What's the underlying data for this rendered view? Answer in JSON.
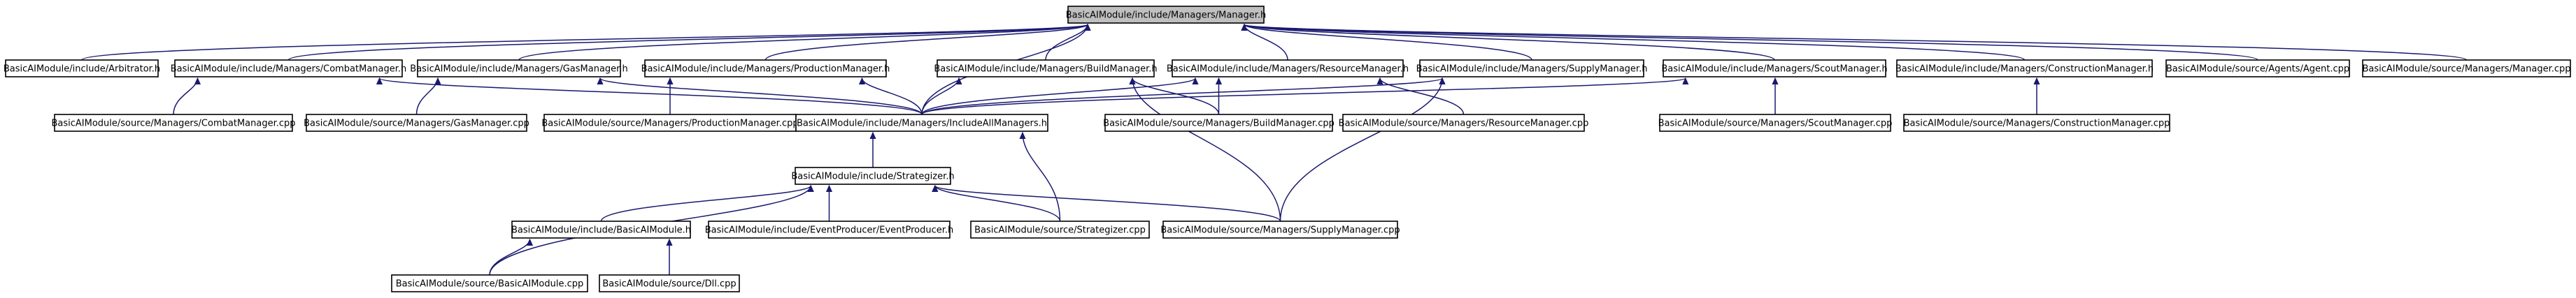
{
  "diagram": {
    "nodes": [
      {
        "id": "manager_h",
        "label": "BasicAIModule/include/Managers/Manager.h",
        "root": true
      },
      {
        "id": "arbitrator_h",
        "label": "BasicAIModule/include/Arbitrator.h"
      },
      {
        "id": "combat_h",
        "label": "BasicAIModule/include/Managers/CombatManager.h"
      },
      {
        "id": "gas_h",
        "label": "BasicAIModule/include/Managers/GasManager.h"
      },
      {
        "id": "production_h",
        "label": "BasicAIModule/include/Managers/ProductionManager.h"
      },
      {
        "id": "build_h",
        "label": "BasicAIModule/include/Managers/BuildManager.h"
      },
      {
        "id": "resource_h",
        "label": "BasicAIModule/include/Managers/ResourceManager.h"
      },
      {
        "id": "supply_h",
        "label": "BasicAIModule/include/Managers/SupplyManager.h"
      },
      {
        "id": "scout_h",
        "label": "BasicAIModule/include/Managers/ScoutManager.h"
      },
      {
        "id": "construction_h",
        "label": "BasicAIModule/include/Managers/ConstructionManager.h"
      },
      {
        "id": "agent_cpp",
        "label": "BasicAIModule/source/Agents/Agent.cpp"
      },
      {
        "id": "manager_cpp",
        "label": "BasicAIModule/source/Managers/Manager.cpp"
      },
      {
        "id": "combat_cpp",
        "label": "BasicAIModule/source/Managers/CombatManager.cpp"
      },
      {
        "id": "gas_cpp",
        "label": "BasicAIModule/source/Managers/GasManager.cpp"
      },
      {
        "id": "production_cpp",
        "label": "BasicAIModule/source/Managers/ProductionManager.cpp"
      },
      {
        "id": "includeall_h",
        "label": "BasicAIModule/include/Managers/IncludeAllManagers.h"
      },
      {
        "id": "build_cpp",
        "label": "BasicAIModule/source/Managers/BuildManager.cpp"
      },
      {
        "id": "resource_cpp",
        "label": "BasicAIModule/source/Managers/ResourceManager.cpp"
      },
      {
        "id": "scout_cpp",
        "label": "BasicAIModule/source/Managers/ScoutManager.cpp"
      },
      {
        "id": "construction_cpp",
        "label": "BasicAIModule/source/Managers/ConstructionManager.cpp"
      },
      {
        "id": "strategizer_h",
        "label": "BasicAIModule/include/Strategizer.h"
      },
      {
        "id": "basicaimodule_h",
        "label": "BasicAIModule/include/BasicAIModule.h"
      },
      {
        "id": "eventproducer_h",
        "label": "BasicAIModule/include/EventProducer/EventProducer.h"
      },
      {
        "id": "strategizer_cpp",
        "label": "BasicAIModule/source/Strategizer.cpp"
      },
      {
        "id": "supply_cpp",
        "label": "BasicAIModule/source/Managers/SupplyManager.cpp"
      },
      {
        "id": "basicaimodule_cpp",
        "label": "BasicAIModule/source/BasicAIModule.cpp"
      },
      {
        "id": "dll_cpp",
        "label": "BasicAIModule/source/Dll.cpp"
      }
    ],
    "edges": [
      [
        "arbitrator_h",
        "manager_h"
      ],
      [
        "combat_h",
        "manager_h"
      ],
      [
        "gas_h",
        "manager_h"
      ],
      [
        "production_h",
        "manager_h"
      ],
      [
        "build_h",
        "manager_h"
      ],
      [
        "resource_h",
        "manager_h"
      ],
      [
        "supply_h",
        "manager_h"
      ],
      [
        "scout_h",
        "manager_h"
      ],
      [
        "construction_h",
        "manager_h"
      ],
      [
        "agent_cpp",
        "manager_h"
      ],
      [
        "manager_cpp",
        "manager_h"
      ],
      [
        "includeall_h",
        "manager_h"
      ],
      [
        "combat_cpp",
        "combat_h"
      ],
      [
        "includeall_h",
        "combat_h"
      ],
      [
        "gas_cpp",
        "gas_h"
      ],
      [
        "includeall_h",
        "gas_h"
      ],
      [
        "production_cpp",
        "production_h"
      ],
      [
        "includeall_h",
        "production_h"
      ],
      [
        "build_cpp",
        "build_h"
      ],
      [
        "includeall_h",
        "build_h"
      ],
      [
        "supply_cpp",
        "build_h"
      ],
      [
        "resource_cpp",
        "resource_h"
      ],
      [
        "includeall_h",
        "resource_h"
      ],
      [
        "build_cpp",
        "resource_h"
      ],
      [
        "includeall_h",
        "supply_h"
      ],
      [
        "supply_cpp",
        "supply_h"
      ],
      [
        "scout_cpp",
        "scout_h"
      ],
      [
        "includeall_h",
        "scout_h"
      ],
      [
        "construction_cpp",
        "construction_h"
      ],
      [
        "strategizer_h",
        "includeall_h"
      ],
      [
        "strategizer_cpp",
        "includeall_h"
      ],
      [
        "basicaimodule_h",
        "strategizer_h"
      ],
      [
        "eventproducer_h",
        "strategizer_h"
      ],
      [
        "strategizer_cpp",
        "strategizer_h"
      ],
      [
        "supply_cpp",
        "strategizer_h"
      ],
      [
        "basicaimodule_cpp",
        "strategizer_h"
      ],
      [
        "basicaimodule_cpp",
        "basicaimodule_h"
      ],
      [
        "dll_cpp",
        "basicaimodule_h"
      ]
    ]
  }
}
